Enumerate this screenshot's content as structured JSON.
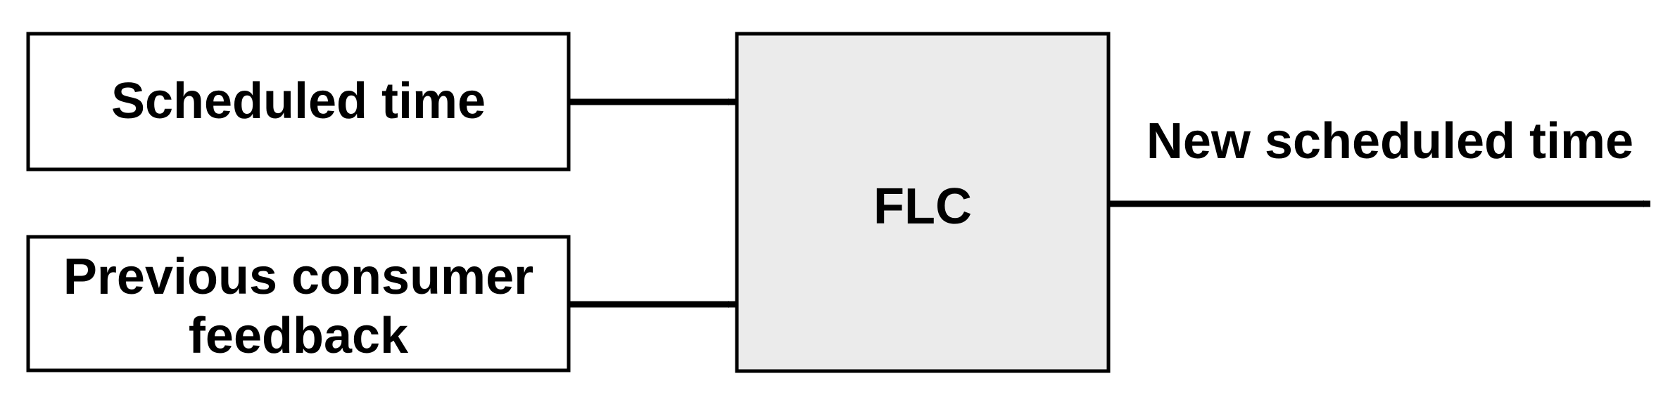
{
  "diagram": {
    "input_1": {
      "label": "Scheduled time"
    },
    "input_2": {
      "label_line_1": "Previous consumer",
      "label_line_2": "feedback"
    },
    "controller": {
      "label": "FLC"
    },
    "output": {
      "label": "New scheduled time"
    }
  },
  "colors": {
    "stroke": "#000000",
    "input_fill": "#ffffff",
    "controller_fill": "#ebebeb"
  }
}
